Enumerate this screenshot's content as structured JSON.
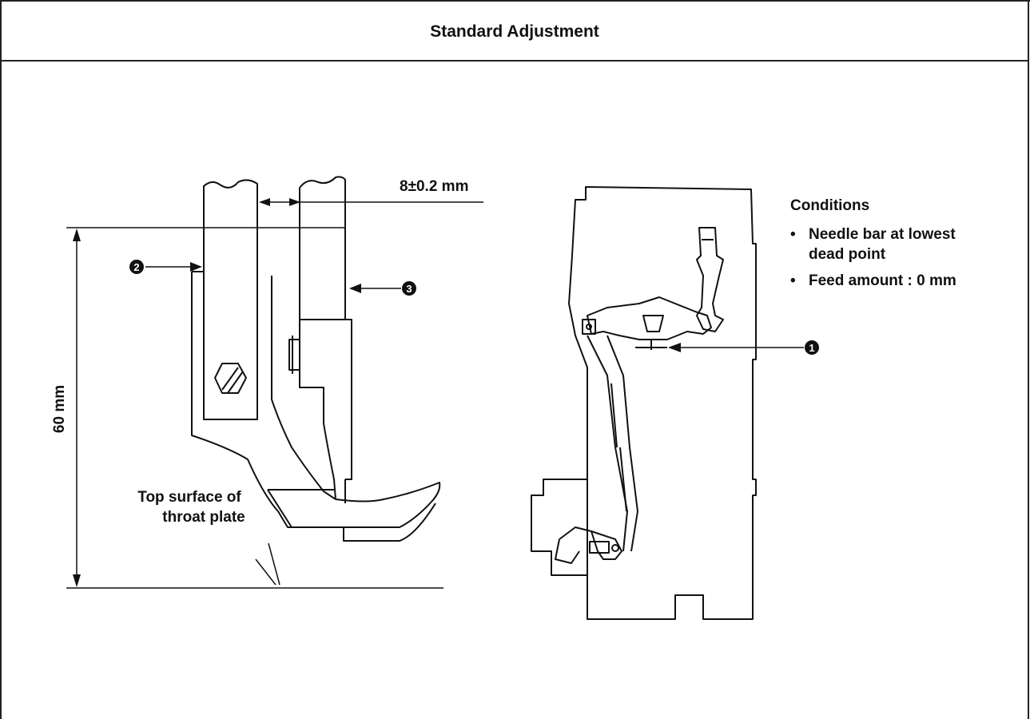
{
  "header": {
    "title": "Standard Adjustment"
  },
  "left_figure": {
    "dimension_gap": "8±0.2 mm",
    "dimension_height": "60 mm",
    "surface_label_line1": "Top surface of",
    "surface_label_line2": "throat plate",
    "marker_2": "2",
    "marker_3": "3"
  },
  "right_figure": {
    "marker_1": "1",
    "conditions": {
      "heading": "Conditions",
      "bullet_symbol": "•",
      "item1_line1": "Needle bar at lowest",
      "item1_line2": "dead point",
      "item2": "Feed amount : 0 mm"
    }
  }
}
